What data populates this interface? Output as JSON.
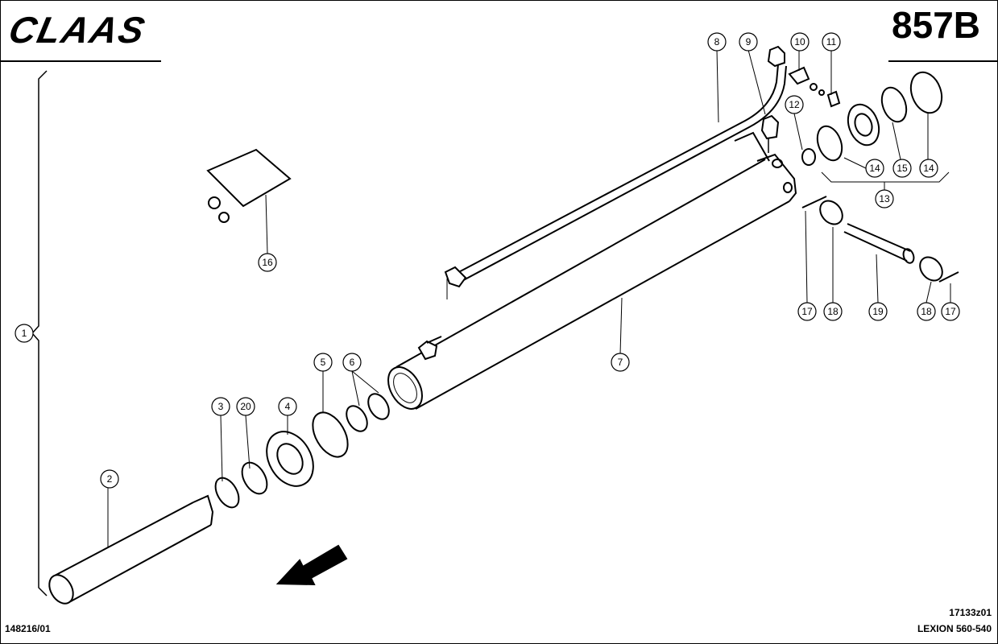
{
  "header": {
    "brand": "CLAAS",
    "page_code": "857B"
  },
  "footer": {
    "left_ref": "148216/01",
    "drawing_ref": "17133z01",
    "model": "LEXION 560-540"
  },
  "callouts": [
    "1",
    "2",
    "3",
    "20",
    "4",
    "5",
    "6",
    "7",
    "8",
    "9",
    "10",
    "11",
    "12",
    "14",
    "15",
    "14",
    "13",
    "16",
    "17",
    "18",
    "19",
    "18",
    "17"
  ]
}
